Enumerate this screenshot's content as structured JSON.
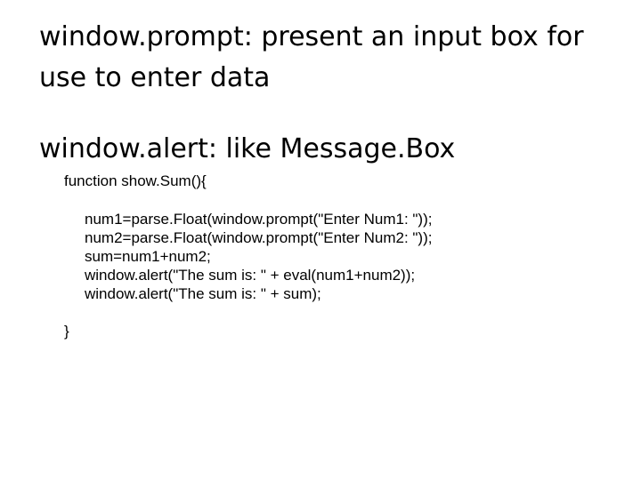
{
  "slide": {
    "heading_lines": [
      "window.prompt: present an input box for",
      "use to enter data"
    ],
    "subheading": "window.alert: like Message.Box",
    "code": {
      "function_open": "function show.Sum(){",
      "body_lines": [
        "num1=parse.Float(window.prompt(\"Enter Num1: \"));",
        "num2=parse.Float(window.prompt(\"Enter Num2: \"));",
        "sum=num1+num2;",
        "window.alert(\"The sum is: \" + eval(num1+num2));",
        "window.alert(\"The sum is: \" + sum);"
      ],
      "function_close": "}"
    }
  }
}
